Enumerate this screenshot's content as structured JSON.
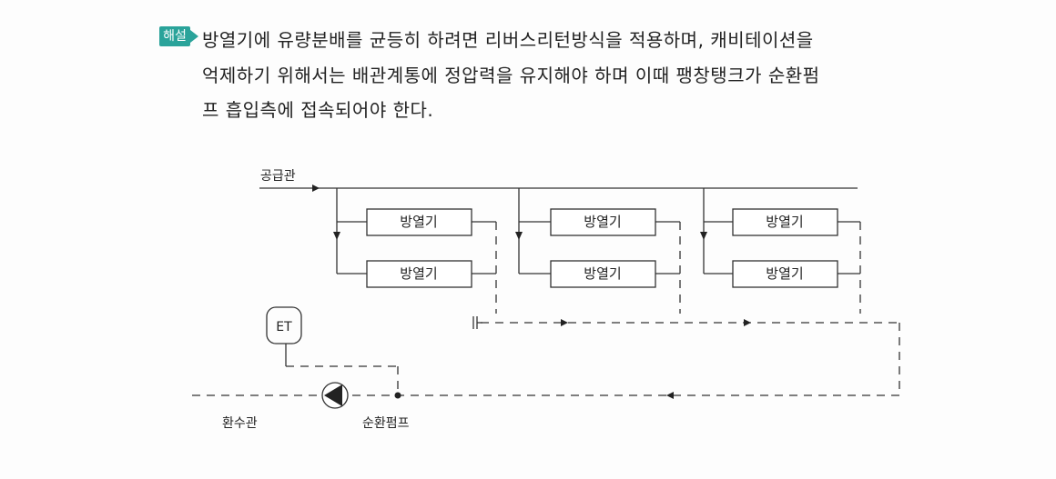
{
  "explanation": {
    "badge": "해설",
    "lines": [
      "방열기에 유량분배를 균등히 하려면 리버스리턴방식을 적용하며, 캐비테이션을",
      "억제하기 위해서는 배관계통에 정압력을 유지해야 하며 이때 팽창탱크가 순환펌",
      "프 흡입측에 접속되어야 한다."
    ]
  },
  "diagram": {
    "supply_label": "공급관",
    "radiator_label": "방열기",
    "tank_label": "ET",
    "return_label": "환수관",
    "pump_label": "순환펌프"
  }
}
